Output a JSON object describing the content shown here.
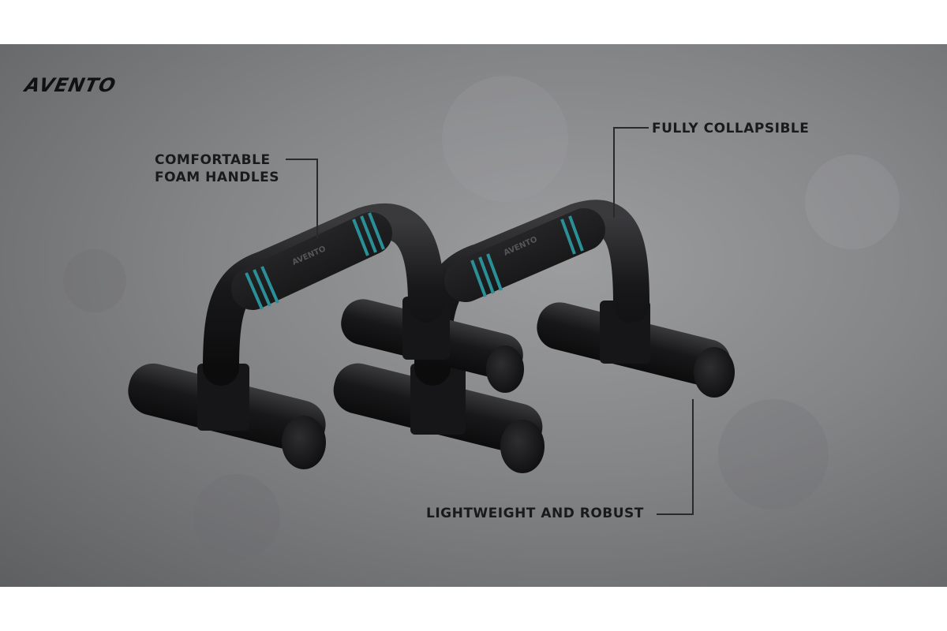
{
  "brand": {
    "logo_text": "AVENTO"
  },
  "callouts": {
    "foam_handles_line1": "COMFORTABLE",
    "foam_handles_line2": "FOAM HANDLES",
    "collapsible": "FULLY COLLAPSIBLE",
    "lightweight": "LIGHTWEIGHT AND ROBUST"
  },
  "colors": {
    "background": "#8a8b8d",
    "bar": "#1b1b1d",
    "accent_stripe": "#2a8f96",
    "text": "#1a1a1a"
  }
}
